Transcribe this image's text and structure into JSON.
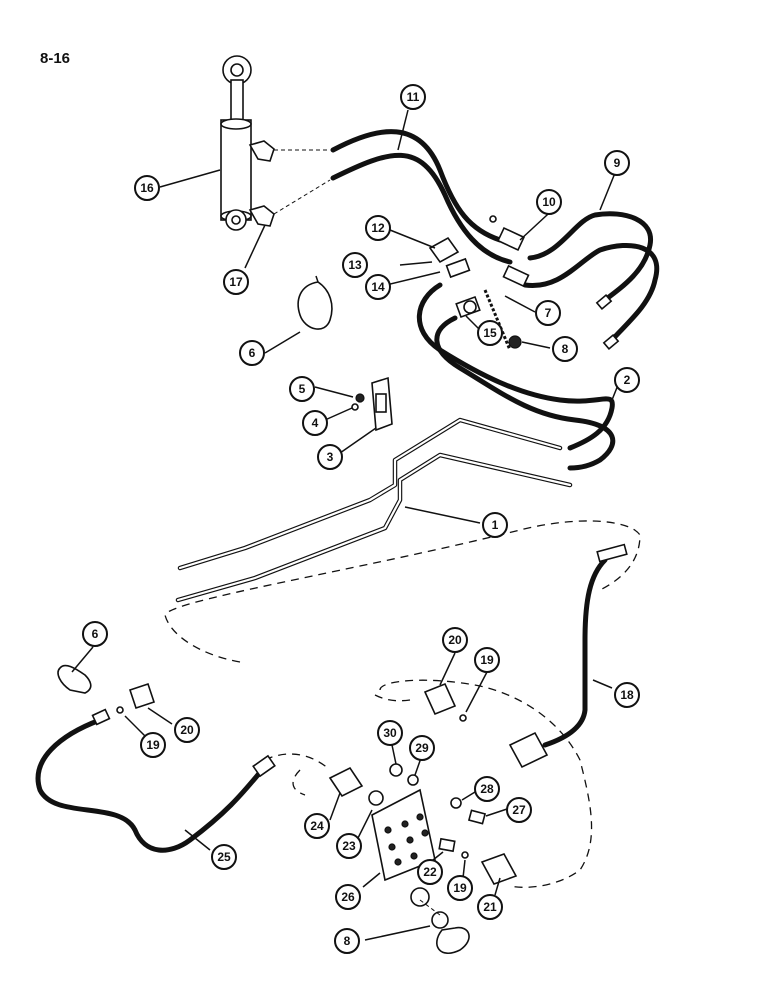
{
  "page_label": "8-16",
  "callouts": [
    {
      "id": "c1",
      "text": "1"
    },
    {
      "id": "c2",
      "text": "2"
    },
    {
      "id": "c3",
      "text": "3"
    },
    {
      "id": "c4",
      "text": "4"
    },
    {
      "id": "c5",
      "text": "5"
    },
    {
      "id": "c6a",
      "text": "6"
    },
    {
      "id": "c7",
      "text": "7"
    },
    {
      "id": "c8a",
      "text": "8"
    },
    {
      "id": "c9",
      "text": "9"
    },
    {
      "id": "c10",
      "text": "10"
    },
    {
      "id": "c11",
      "text": "11"
    },
    {
      "id": "c12",
      "text": "12"
    },
    {
      "id": "c13",
      "text": "13"
    },
    {
      "id": "c14",
      "text": "14"
    },
    {
      "id": "c15",
      "text": "15"
    },
    {
      "id": "c16",
      "text": "16"
    },
    {
      "id": "c17",
      "text": "17"
    },
    {
      "id": "c18",
      "text": "18"
    },
    {
      "id": "c19a",
      "text": "19"
    },
    {
      "id": "c20a",
      "text": "20"
    },
    {
      "id": "c6b",
      "text": "6"
    },
    {
      "id": "c20b",
      "text": "20"
    },
    {
      "id": "c19b",
      "text": "19"
    },
    {
      "id": "c30",
      "text": "30"
    },
    {
      "id": "c29",
      "text": "29"
    },
    {
      "id": "c28",
      "text": "28"
    },
    {
      "id": "c27",
      "text": "27"
    },
    {
      "id": "c24",
      "text": "24"
    },
    {
      "id": "c23",
      "text": "23"
    },
    {
      "id": "c25",
      "text": "25"
    },
    {
      "id": "c22",
      "text": "22"
    },
    {
      "id": "c19c",
      "text": "19"
    },
    {
      "id": "c21",
      "text": "21"
    },
    {
      "id": "c26",
      "text": "26"
    },
    {
      "id": "c8b",
      "text": "8"
    }
  ]
}
